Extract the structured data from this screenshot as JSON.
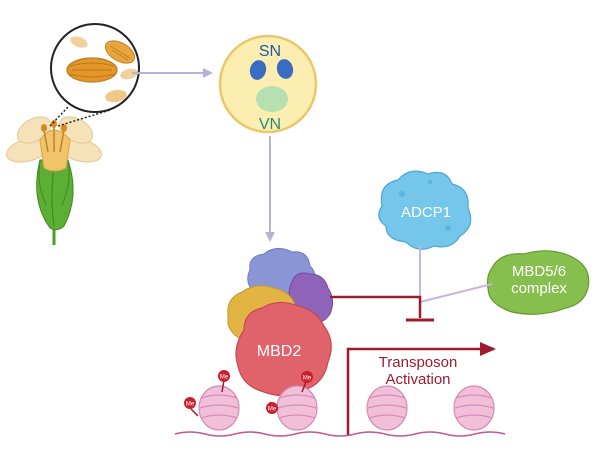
{
  "labels": {
    "sperm_nuclei": "SN",
    "vegetative_nucleus": "VN",
    "adcp1": "ADCP1",
    "mbd56_line1": "MBD5/6",
    "mbd56_line2": "complex",
    "mbd2": "MBD2",
    "transposon_line1": "Transposon",
    "transposon_line2": "Activation",
    "methyl_tag": "Me"
  },
  "colors": {
    "accent_red": "#9e1b2e",
    "arrow_lavender": "#b7b3d8",
    "adcp1_fill": "#74c6ea",
    "mbd56_fill": "#86bf4e",
    "mbd2_fill": "#e0626a",
    "pollen_fill": "#e4962a",
    "nucleosome_fill": "#f2bfd9"
  },
  "icons": [
    "flower-icon",
    "pollen-grains-icon",
    "pollen-cell-icon",
    "protein-complex-icon",
    "nucleosome-icon"
  ]
}
